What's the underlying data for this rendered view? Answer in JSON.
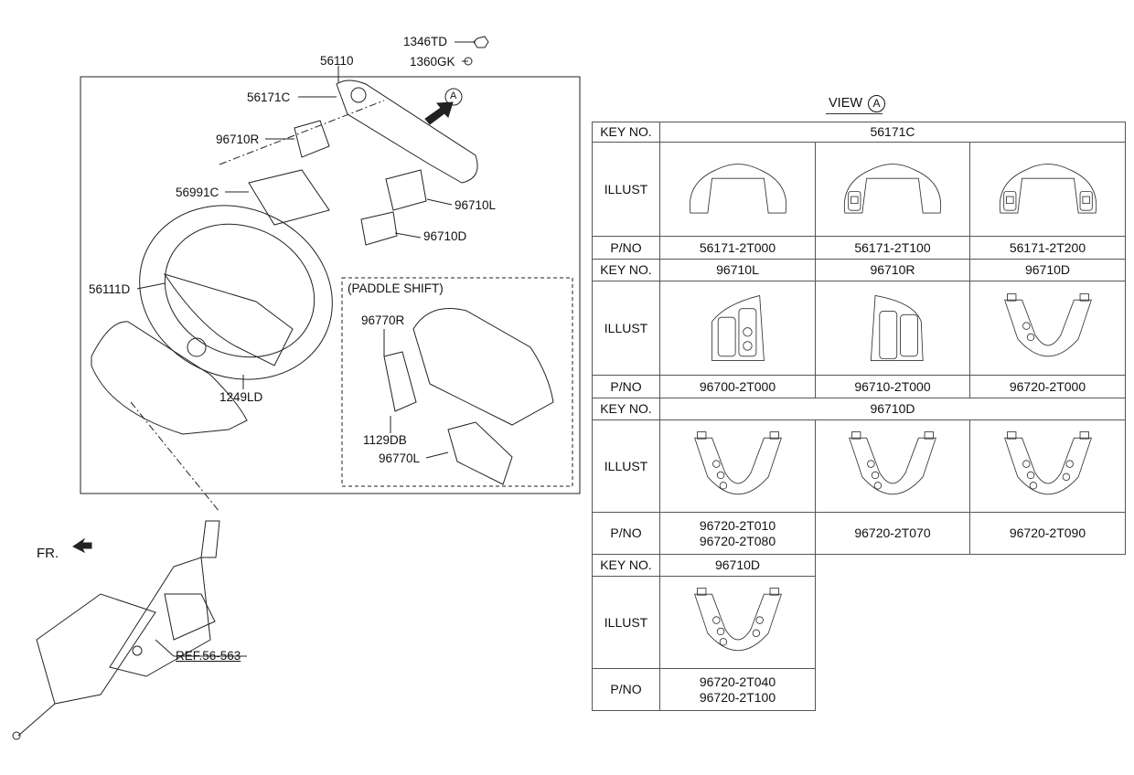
{
  "diagram": {
    "callouts": {
      "p1346TD": "1346TD",
      "p1360GK": "1360GK",
      "p56110": "56110",
      "p56171C": "56171C",
      "p96710R": "96710R",
      "p56991C": "56991C",
      "p96710L": "96710L",
      "p96710D": "96710D",
      "p56111D": "56111D",
      "p1249LD": "1249LD",
      "paddle_shift": "(PADDLE SHIFT)",
      "p96770R": "96770R",
      "p1129DB": "1129DB",
      "p96770L": "96770L",
      "fr": "FR.",
      "ref": "REF.56-563",
      "view_marker": "A"
    }
  },
  "view": {
    "label": "VIEW",
    "marker": "A"
  },
  "table": {
    "header_labels": {
      "key": "KEY NO.",
      "illust": "ILLUST",
      "pno": "P/NO"
    },
    "groups": [
      {
        "keys": [
          "56171C"
        ],
        "key_span": "full",
        "items": [
          {
            "illust": "cover-plain",
            "pno": [
              "56171-2T000"
            ]
          },
          {
            "illust": "cover-left-switch",
            "pno": [
              "56171-2T100"
            ]
          },
          {
            "illust": "cover-both-switch",
            "pno": [
              "56171-2T200"
            ]
          }
        ]
      },
      {
        "keys": [
          "96710L",
          "96710R",
          "96710D"
        ],
        "key_span": "per-column",
        "items": [
          {
            "illust": "switch-left",
            "pno": [
              "96700-2T000"
            ]
          },
          {
            "illust": "switch-right",
            "pno": [
              "96710-2T000"
            ]
          },
          {
            "illust": "bezel-2",
            "pno": [
              "96720-2T000"
            ]
          }
        ]
      },
      {
        "keys": [
          "96710D"
        ],
        "key_span": "full",
        "items": [
          {
            "illust": "bezel-3",
            "pno": [
              "96720-2T010",
              "96720-2T080"
            ]
          },
          {
            "illust": "bezel-3",
            "pno": [
              "96720-2T070"
            ]
          },
          {
            "illust": "bezel-3-2",
            "pno": [
              "96720-2T090"
            ]
          }
        ]
      },
      {
        "keys": [
          "96710D"
        ],
        "key_span": "single",
        "items": [
          {
            "illust": "bezel-3-2",
            "pno": [
              "96720-2T040",
              "96720-2T100"
            ]
          }
        ]
      }
    ]
  }
}
